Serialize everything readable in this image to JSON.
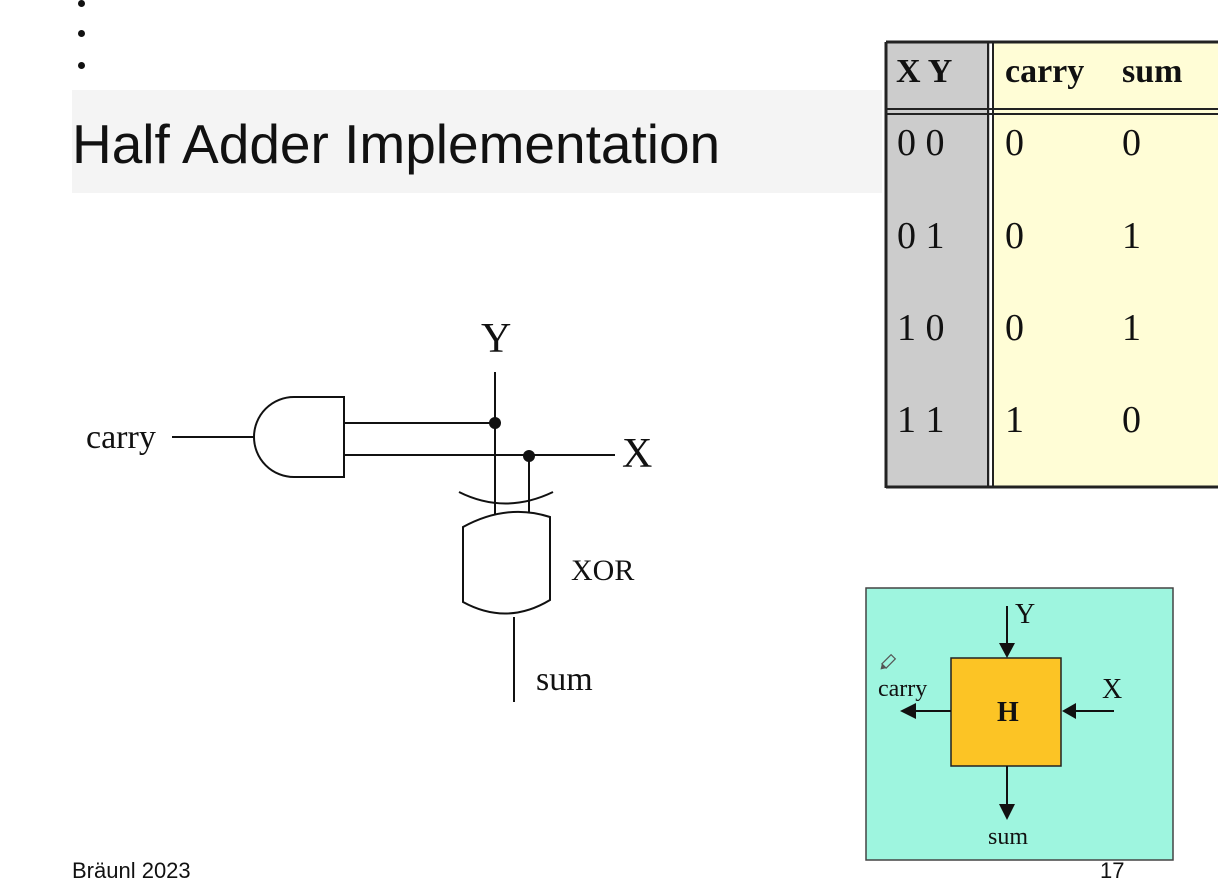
{
  "slide": {
    "title": "Half Adder Implementation",
    "footer_left": "Bräunl 2023",
    "page_number": "17"
  },
  "circuit": {
    "input_y": "Y",
    "input_x": "X",
    "output_carry": "carry",
    "output_sum": "sum",
    "xor_label": "XOR"
  },
  "truth_table": {
    "header_inputs": "X Y",
    "header_carry": "carry",
    "header_sum": "sum",
    "rows": [
      {
        "xy": "0 0",
        "carry": "0",
        "sum": "0"
      },
      {
        "xy": "0 1",
        "carry": "0",
        "sum": "1"
      },
      {
        "xy": "1 0",
        "carry": "0",
        "sum": "1"
      },
      {
        "xy": "1 1",
        "carry": "1",
        "sum": "0"
      }
    ]
  },
  "block": {
    "label": "H",
    "input_y": "Y",
    "input_x": "X",
    "output_carry": "carry",
    "output_sum": "sum"
  },
  "colors": {
    "block_background": "#9ef5df",
    "block_box": "#fcc425",
    "table_input_column": "#cccccc",
    "table_output_columns": "#fffdd6"
  }
}
